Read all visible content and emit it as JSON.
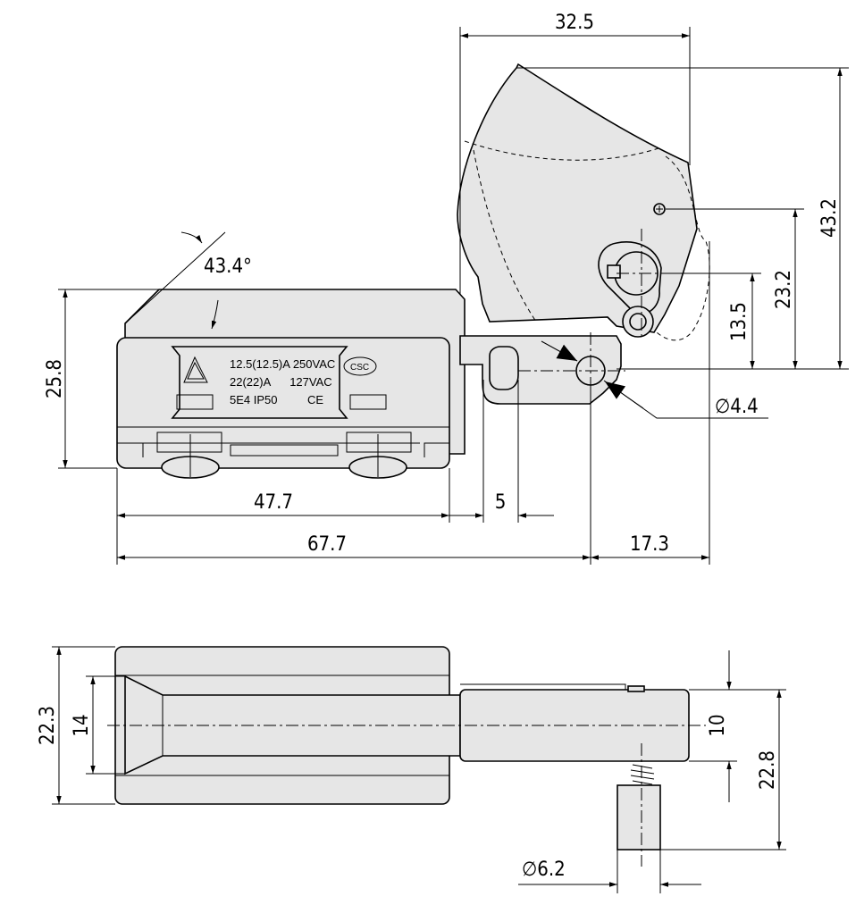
{
  "dimensions": {
    "top_width": "32.5",
    "trigger_height": "43.2",
    "pivot_height": "23.2",
    "pin_height": "13.5",
    "angle": "43.4°",
    "body_height": "25.8",
    "body_length": "47.7",
    "slot_width": "5",
    "overall_length": "67.7",
    "trigger_offset": "17.3",
    "hole_diameter": "∅4.4",
    "side_height": "22.3",
    "side_inner": "14",
    "lever_thickness": "10",
    "lever_depth": "22.8",
    "plunger_diameter": "∅6.2"
  },
  "label": {
    "line1": "12.5(12.5)A  250VAC",
    "line2": "22(22)A      127VAC",
    "line3": "5E4  IP50",
    "mark_ce": "CE",
    "mark_csc": "CSC"
  }
}
